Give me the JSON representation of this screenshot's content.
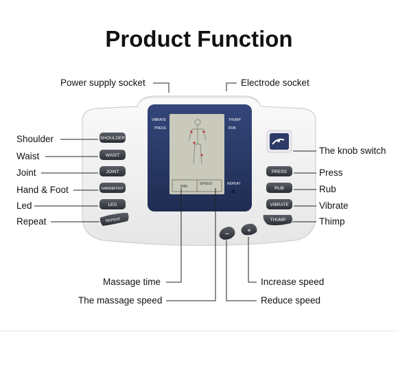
{
  "title": "Product Function",
  "callouts": {
    "power_supply_socket": "Power supply socket",
    "electrode_socket": "Electrode socket",
    "shoulder": "Shoulder",
    "waist": "Waist",
    "joint": "Joint",
    "hand_foot": "Hand & Foot",
    "led": "Led",
    "repeat": "Repeat",
    "knob_switch": "The knob switch",
    "press": "Press",
    "rub": "Rub",
    "vibrate": "Vibrate",
    "thimp": "Thimp",
    "massage_time": "Massage time",
    "massage_speed": "The massage speed",
    "increase_speed": "Increase speed",
    "reduce_speed": "Reduce speed"
  },
  "device": {
    "left_buttons": [
      "SHOULDER",
      "WAIST",
      "JOINT",
      "HAND&FOOT",
      "LEG",
      "REPEAT"
    ],
    "right_buttons": [
      "PRESS",
      "RUB",
      "VIBRATE",
      "THUMP"
    ],
    "screen": {
      "vibrate": "VIBRATE",
      "press": "PRESS",
      "thump": "THUMP",
      "rub": "RUB",
      "repeat": "REPEAT",
      "min": "MIN",
      "speed": "SPEED"
    },
    "minus_symbol": "−",
    "plus_symbol": "+"
  },
  "colors": {
    "body": "#f2f2f2",
    "screen_frame": "#2a3a66",
    "lcd": "#c9cabb",
    "button": "#3b3f47",
    "text": "#111111"
  }
}
